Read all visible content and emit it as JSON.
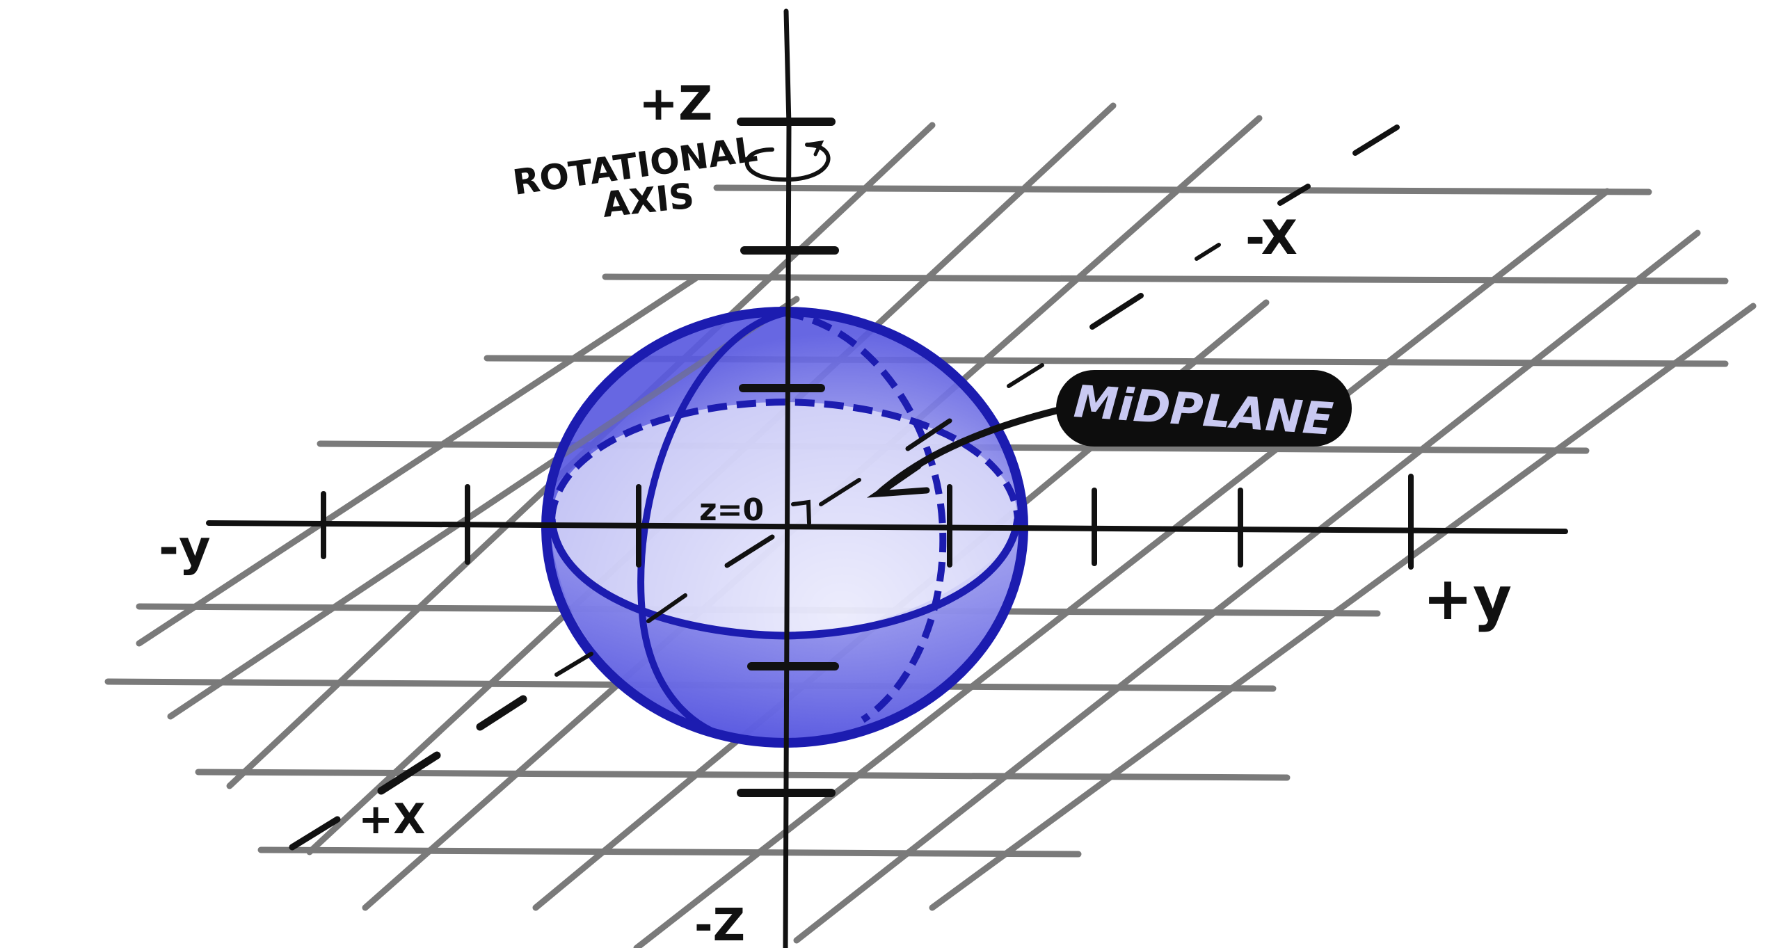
{
  "labels": {
    "plus_z": "+Z",
    "minus_z": "-Z",
    "rotational_axis_line1": "ROTATIONAL",
    "rotational_axis_line2": "AXIS",
    "minus_x": "-X",
    "plus_x": "+X",
    "minus_y": "-y",
    "plus_y": "+y",
    "z_zero": "z=0",
    "midplane": "MiDPLANE"
  },
  "colors": {
    "ink": "#111111",
    "grid": "#7a7a7a",
    "sphere_edge": "#1c1cb0",
    "sphere_fill": "#6f6fe6",
    "midplane_fill": "#e6e6fb",
    "label_bg": "#0d0d0d",
    "label_text": "#c9c9f2"
  }
}
